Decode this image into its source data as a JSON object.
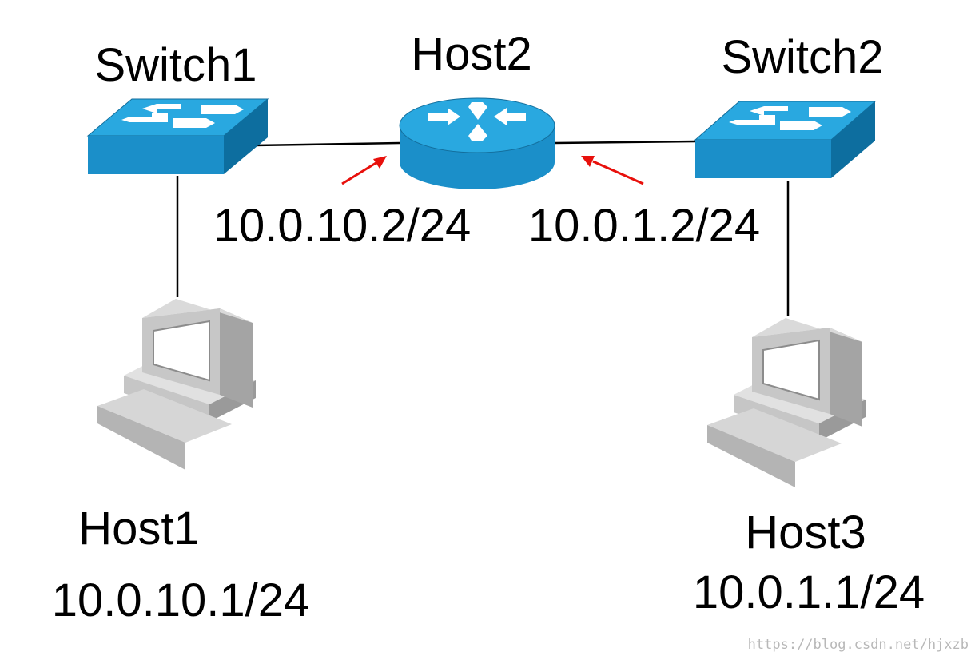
{
  "nodes": {
    "switch1": {
      "name": "Switch1"
    },
    "switch2": {
      "name": "Switch2"
    },
    "host2": {
      "name": "Host2",
      "left_ip": "10.0.10.2/24",
      "right_ip": "10.0.1.2/24"
    },
    "host1": {
      "name": "Host1",
      "ip": "10.0.10.1/24"
    },
    "host3": {
      "name": "Host3",
      "ip": "10.0.1.1/24"
    }
  },
  "watermark": "https://blog.csdn.net/hjxzb",
  "colors": {
    "device_top": "#29a8e0",
    "device_front": "#1b8fc9",
    "device_side": "#0d6e9f",
    "link": "#000000",
    "arrow": "#e8100c",
    "pc_light": "#e1e1e1",
    "pc_mid": "#c6c6c6",
    "pc_dark": "#9a9a9a",
    "screen": "#ffffff"
  }
}
